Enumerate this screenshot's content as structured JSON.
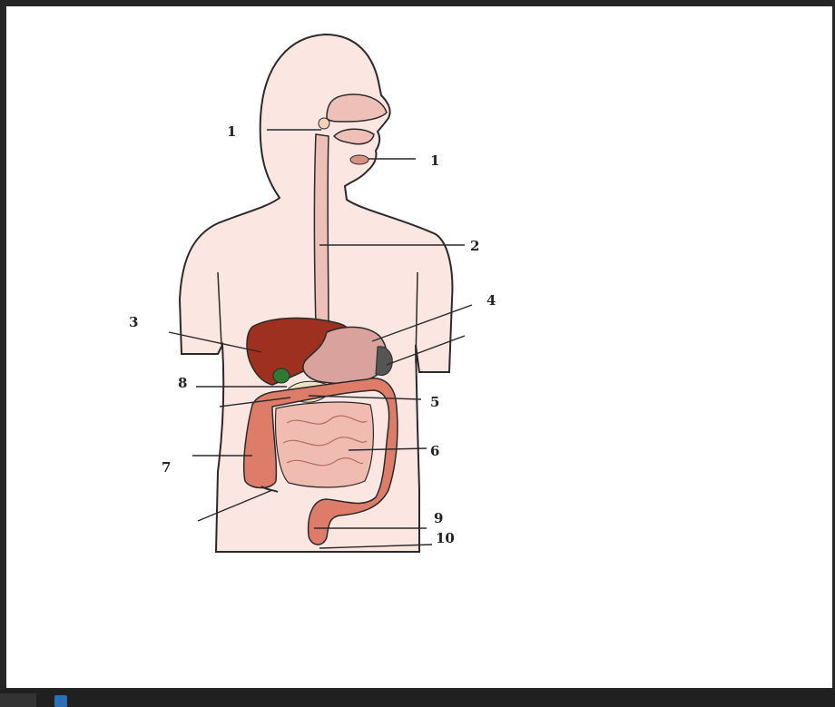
{
  "labels": [
    {
      "id": "label-1-left",
      "text": "1"
    },
    {
      "id": "label-1-right",
      "text": "1"
    },
    {
      "id": "label-2",
      "text": "2"
    },
    {
      "id": "label-3",
      "text": "3"
    },
    {
      "id": "label-4",
      "text": "4"
    },
    {
      "id": "label-8",
      "text": "8"
    },
    {
      "id": "label-5",
      "text": "5"
    },
    {
      "id": "label-6",
      "text": "6"
    },
    {
      "id": "label-7",
      "text": "7"
    },
    {
      "id": "label-9",
      "text": "9"
    },
    {
      "id": "label-10",
      "text": "10"
    }
  ],
  "colors": {
    "skin": "#fbe6e2",
    "outline": "#2a2a2a",
    "liver": "#9e3020",
    "stomach": "#d9a29c",
    "intestine": "#f0bcb2",
    "colon": "#de7c6a",
    "gallbladder": "#2e7a35",
    "spleen": "#555555"
  }
}
